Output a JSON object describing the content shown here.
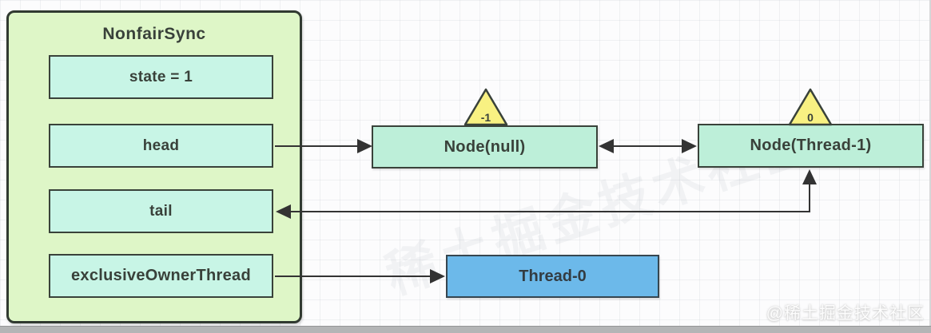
{
  "container": {
    "title": "NonfairSync",
    "fields": [
      {
        "label": "state = 1"
      },
      {
        "label": "head"
      },
      {
        "label": "tail"
      },
      {
        "label": "exclusiveOwnerThread"
      }
    ]
  },
  "nodes": [
    {
      "label": "Node(null)",
      "wait_status": "-1"
    },
    {
      "label": "Node(Thread-1)",
      "wait_status": "0"
    }
  ],
  "thread": {
    "label": "Thread-0"
  },
  "edges": [
    {
      "from": "head",
      "to": "Node(null)",
      "style": "arrow-right"
    },
    {
      "from": "Node(null)",
      "to": "Node(Thread-1)",
      "style": "double-arrow"
    },
    {
      "from": "tail",
      "to": "Node(Thread-1)",
      "style": "double-arrow-elbow"
    },
    {
      "from": "exclusiveOwnerThread",
      "to": "Thread-0",
      "style": "arrow-right"
    }
  ],
  "watermark": "@稀土掘金技术社区",
  "ghost_watermark": "稀土掘金技术社区",
  "colors": {
    "container_fill": "#def6c7",
    "container_border": "#313a31",
    "field_fill": "#c8f5e6",
    "node_fill": "#bdefd9",
    "thread_fill": "#6cb9ea",
    "triangle_fill": "#f8f182",
    "line": "#333333"
  }
}
